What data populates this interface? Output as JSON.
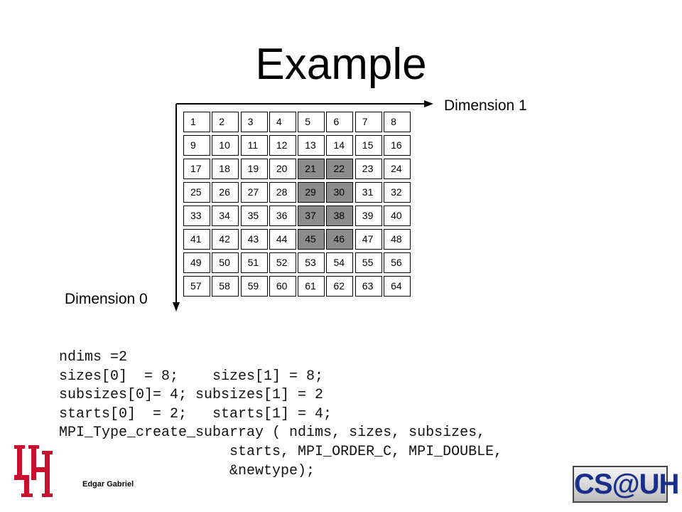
{
  "slide": {
    "title": "Example",
    "dimension1_label": "Dimension 1",
    "dimension0_label": "Dimension 0",
    "author": "Edgar Gabriel",
    "highlight_color": "#8c8c8c",
    "logo_left": "university-of-houston-interlocking-uh-logo",
    "logo_right": {
      "text": "CS@UH",
      "color": "#1a2f8a"
    }
  },
  "grid": {
    "rows": 8,
    "cols": 8,
    "highlight": {
      "row_start": 2,
      "row_count": 4,
      "col_start": 4,
      "col_count": 2
    }
  },
  "code": [
    "ndims =2",
    "sizes[0]  = 8;    sizes[1] = 8;",
    "subsizes[0]= 4; subsizes[1] = 2",
    "starts[0]  = 2;   starts[1] = 4;",
    "MPI_Type_create_subarray ( ndims, sizes, subsizes,",
    "                    starts, MPI_ORDER_C, MPI_DOUBLE,",
    "                    &newtype);"
  ]
}
